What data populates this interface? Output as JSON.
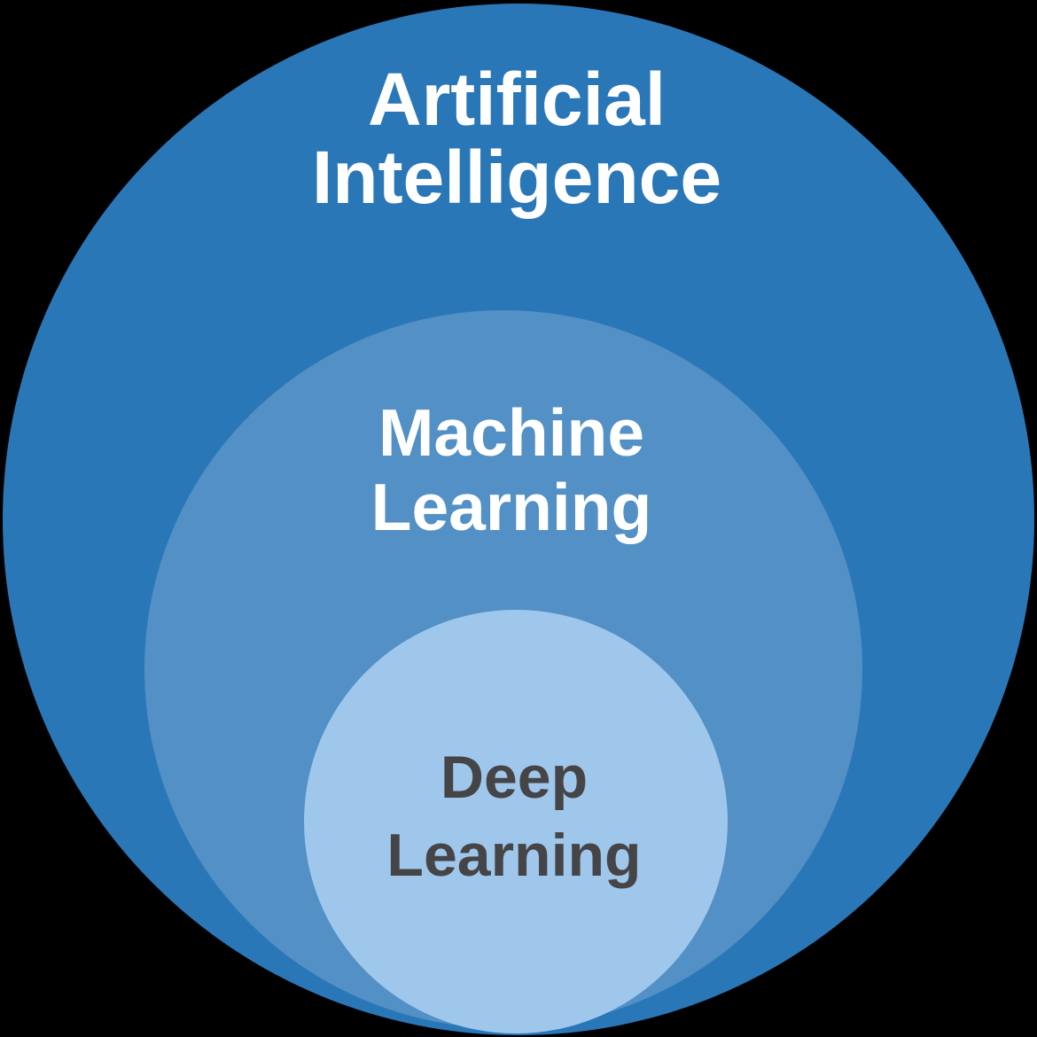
{
  "background_color": "#000000",
  "diagram": {
    "type": "nested-circles",
    "layers": [
      {
        "id": "artificial-intelligence",
        "label": "Artificial Intelligence",
        "fill": "#2a77b7",
        "text_color": "#ffffff"
      },
      {
        "id": "machine-learning",
        "label": "Machine Learning",
        "fill": "#5290c6",
        "text_color": "#ffffff"
      },
      {
        "id": "deep-learning",
        "label": "Deep Learning",
        "fill": "#9fc7eb",
        "text_color": "#454548"
      }
    ]
  }
}
